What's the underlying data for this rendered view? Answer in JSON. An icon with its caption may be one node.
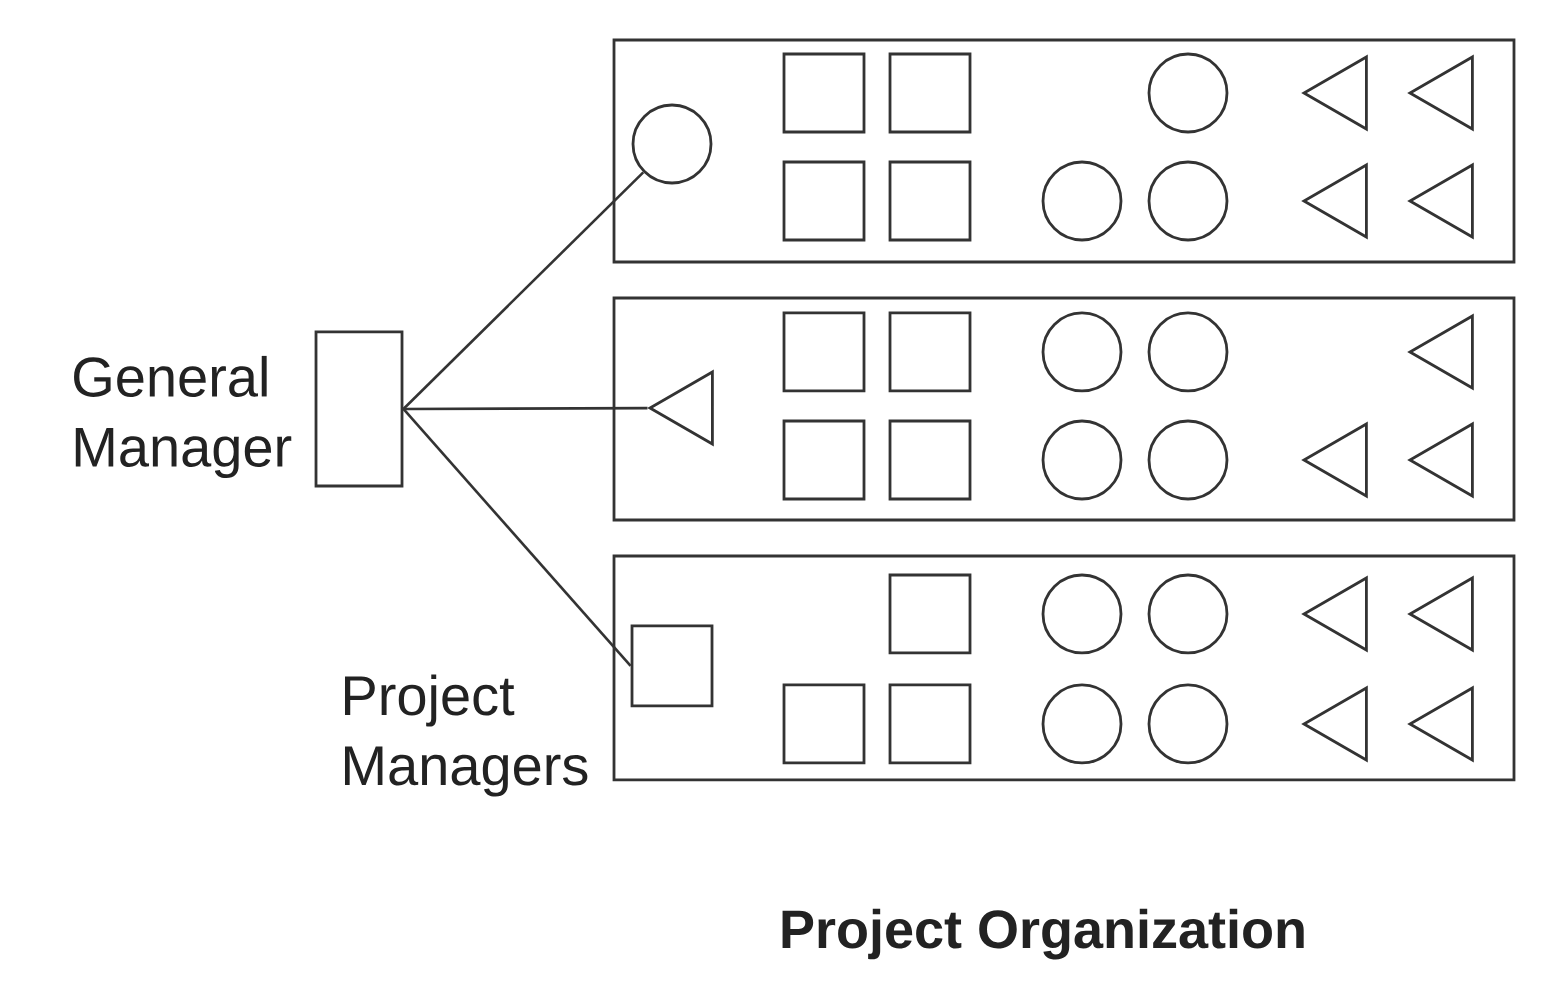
{
  "diagram": {
    "caption": "Project Organization",
    "nodes": [
      {
        "text": [],
        "shape": "box",
        "beside": [
          "General Manager"
        ]
      },
      {
        "text": [],
        "shape": "box"
      },
      {
        "text": [],
        "shape": "circle",
        "in": 1
      },
      {
        "text": [],
        "shape": "box",
        "in": 1
      },
      {
        "text": [],
        "shape": "box",
        "in": 1
      },
      {
        "text": [],
        "shape": "circle",
        "in": 1
      },
      {
        "text": [],
        "shape": "triangle",
        "in": 1
      },
      {
        "text": [],
        "shape": "triangle",
        "in": 1
      },
      {
        "text": [],
        "shape": "box",
        "in": 1
      },
      {
        "text": [],
        "shape": "box",
        "in": 1
      },
      {
        "text": [],
        "shape": "circle",
        "in": 1
      },
      {
        "text": [],
        "shape": "circle",
        "in": 1
      },
      {
        "text": [],
        "shape": "triangle",
        "in": 1
      },
      {
        "text": [],
        "shape": "triangle",
        "in": 1
      },
      {
        "text": [],
        "shape": "box"
      },
      {
        "text": [],
        "shape": "triangle",
        "in": 14
      },
      {
        "text": [],
        "shape": "box",
        "in": 14
      },
      {
        "text": [],
        "shape": "box",
        "in": 14
      },
      {
        "text": [],
        "shape": "circle",
        "in": 14
      },
      {
        "text": [],
        "shape": "circle",
        "in": 14
      },
      {
        "text": [],
        "shape": "triangle",
        "in": 14
      },
      {
        "text": [],
        "shape": "box",
        "in": 14
      },
      {
        "text": [],
        "shape": "box",
        "in": 14
      },
      {
        "text": [],
        "shape": "circle",
        "in": 14
      },
      {
        "text": [],
        "shape": "circle",
        "in": 14
      },
      {
        "text": [],
        "shape": "triangle",
        "in": 14
      },
      {
        "text": [],
        "shape": "triangle",
        "in": 14
      },
      {
        "text": [],
        "shape": "box"
      },
      {
        "text": [],
        "shape": "box",
        "in": 27
      },
      {
        "text": [],
        "shape": "box",
        "in": 27
      },
      {
        "text": [],
        "shape": "circle",
        "in": 27
      },
      {
        "text": [],
        "shape": "circle",
        "in": 27
      },
      {
        "text": [],
        "shape": "triangle",
        "in": 27
      },
      {
        "text": [],
        "shape": "triangle",
        "in": 27
      },
      {
        "text": [],
        "shape": "box",
        "in": 27
      },
      {
        "text": [],
        "shape": "box",
        "in": 27
      },
      {
        "text": [],
        "shape": "circle",
        "in": 27
      },
      {
        "text": [],
        "shape": "circle",
        "in": 27
      },
      {
        "text": [],
        "shape": "triangle",
        "in": 27
      },
      {
        "text": [],
        "shape": "triangle",
        "in": 27
      }
    ],
    "edges": [
      {
        "from": 0,
        "to": 2,
        "arrow": "none"
      },
      {
        "from": 0,
        "to": 15,
        "arrow": "none"
      },
      {
        "from": 0,
        "to": 28,
        "arrow": "none"
      }
    ],
    "labels": [
      "Project Managers"
    ]
  }
}
